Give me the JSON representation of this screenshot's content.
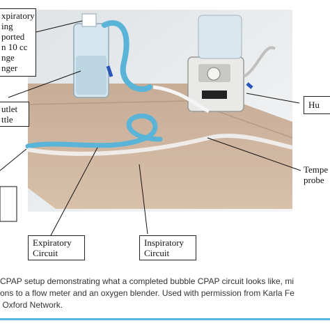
{
  "figure": {
    "labels": {
      "expiratory_tubing": "xpiratory\ning\nported\nn 10 cc\nnge\nnger",
      "outlet_bottle": "utlet\nttle",
      "humidifier": "Hu",
      "temperature_probe": "Tempe\nprobe",
      "expiratory_circuit": "Expiratory\nCircuit",
      "inspiratory_circuit": "Inspiratory\nCircuit"
    },
    "caption": "CPAP setup demonstrating what a completed bubble CPAP circuit looks like, mi\nons to a flow meter and an oxygen blender. Used with permission from Karla Fe\n Oxford Network.",
    "colors": {
      "table_cloth": "#c9ae98",
      "wall": "#eef0f1",
      "blue_tubing": "#5ab4d8",
      "accent_rule": "#55b6e6"
    }
  }
}
